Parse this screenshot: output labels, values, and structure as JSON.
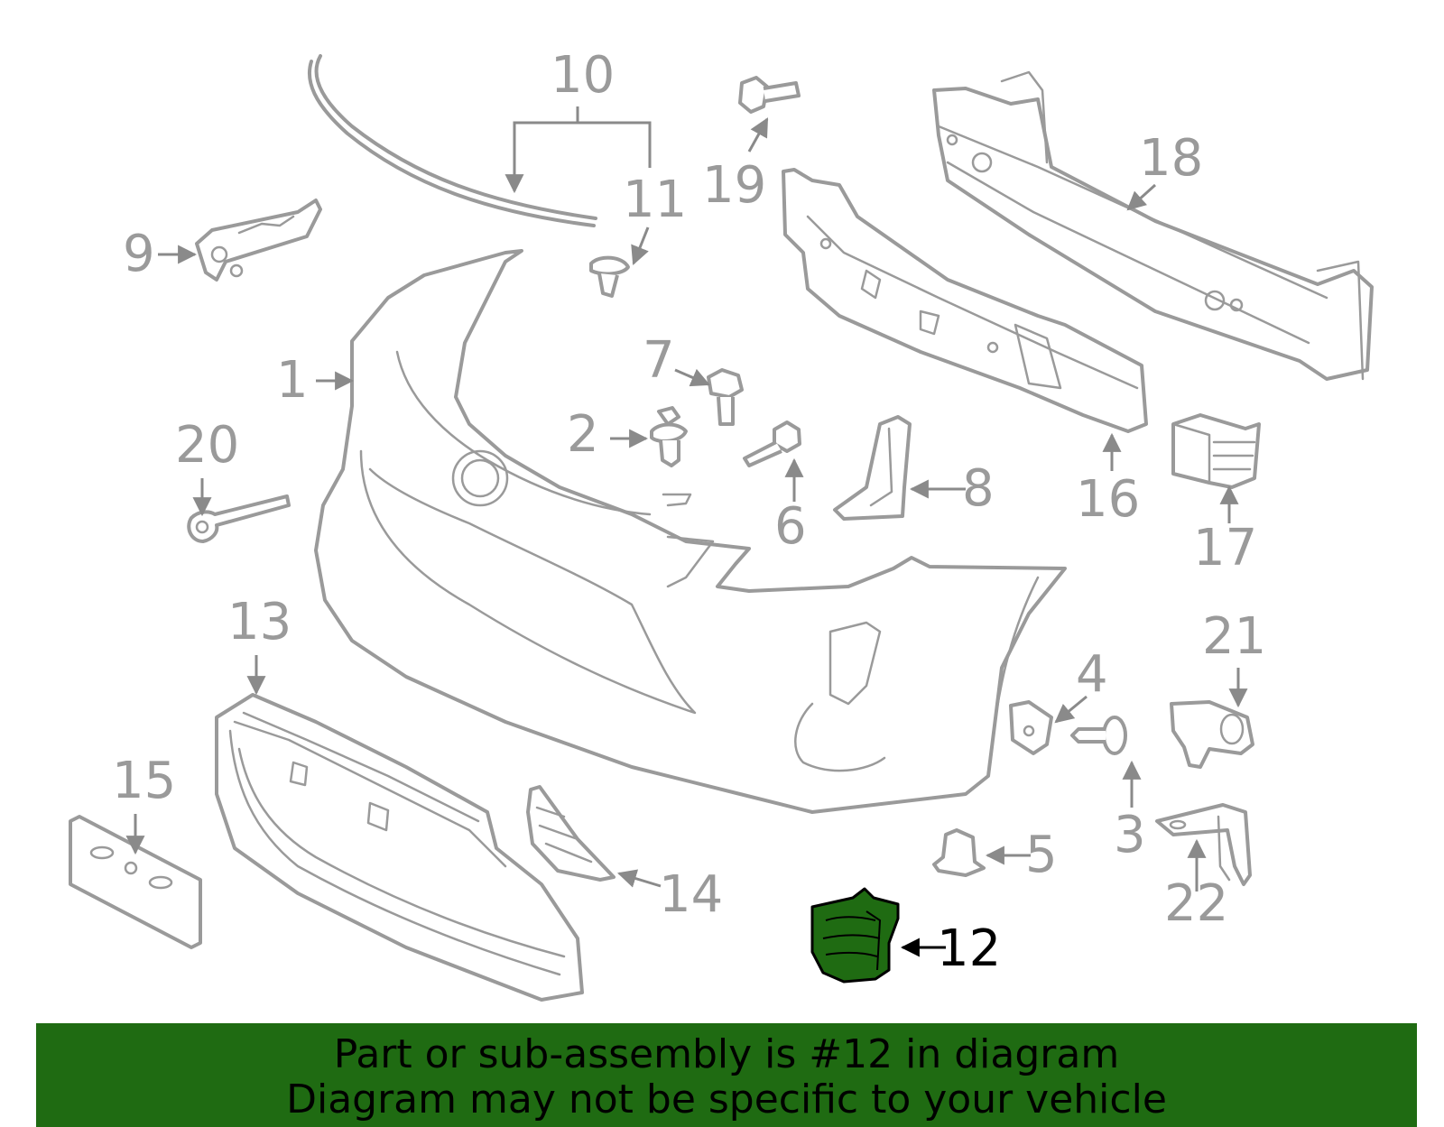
{
  "diagram": {
    "highlight_color": "#1f6b12",
    "part_stroke_color": "#9a9a9a",
    "highlighted_part": "12",
    "callouts": {
      "c1": "1",
      "c2": "2",
      "c3": "3",
      "c4": "4",
      "c5": "5",
      "c6": "6",
      "c7": "7",
      "c8": "8",
      "c9": "9",
      "c10": "10",
      "c11": "11",
      "c12": "12",
      "c13": "13",
      "c14": "14",
      "c15": "15",
      "c16": "16",
      "c17": "17",
      "c18": "18",
      "c19": "19",
      "c20": "20",
      "c21": "21",
      "c22": "22"
    }
  },
  "banner": {
    "line1": "Part or sub-assembly is #12 in diagram",
    "line2": "Diagram may not be specific to your vehicle",
    "background": "#1f6b12"
  }
}
